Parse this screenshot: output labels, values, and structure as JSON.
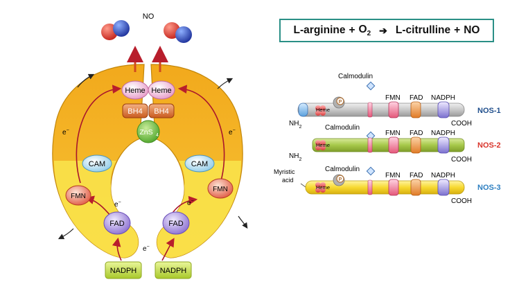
{
  "reaction": {
    "reactant_a": "L-arginine",
    "plus_1": "+",
    "reactant_b": "O",
    "reactant_b_sub": "2",
    "arrow": "➔",
    "product_a": "L-citrulline",
    "plus_2": "+",
    "product_b": "NO"
  },
  "dimer": {
    "no_label": "NO",
    "heme_label": "Heme",
    "bh4_label": "BH4",
    "zinc_label": "ZnS",
    "zinc_sub": "4",
    "cam_label": "CAM",
    "fmn_label": "FMN",
    "fad_label": "FAD",
    "nadph_label": "NADPH",
    "electron_label": "e",
    "electron_sup": "−"
  },
  "isoforms": {
    "calmodulin_label": "Calmodulin",
    "heme_label": "Heme",
    "p_label": "P",
    "fmn_label": "FMN",
    "fad_label": "FAD",
    "nadph_label": "NADPH",
    "nh2_label": "NH",
    "nh2_sub": "2",
    "cooh_label": "COOH",
    "myristic_line1": "Myristic",
    "myristic_line2": "acid",
    "nos1_name": "NOS-1",
    "nos2_name": "NOS-2",
    "nos3_name": "NOS-3"
  },
  "colors": {
    "nos1": "#1f4e8c",
    "nos2": "#d9342b",
    "nos3": "#2d7fc1",
    "frame": "#2a8f86"
  }
}
